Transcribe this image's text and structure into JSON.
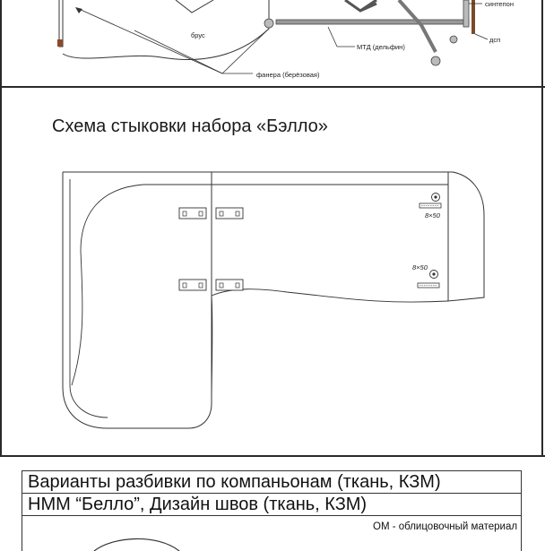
{
  "top_diagram": {
    "labels": {
      "beam": "брус",
      "plywood": "фанера (берёзовая)",
      "mechanism": "МТД (дельфин)",
      "padding": "синтепон",
      "chipboard": "дсп"
    }
  },
  "assembly": {
    "title": "Схема стыковки набора «Бэлло»",
    "bolt_marks": [
      "8×50",
      "8×50"
    ]
  },
  "table": {
    "rows": [
      "Варианты разбивки по компаньонам (ткань, КЗМ)",
      "НММ “Белло”, Дизайн швов (ткань, КЗМ)"
    ],
    "note": "ОМ - облицовочный материал"
  }
}
